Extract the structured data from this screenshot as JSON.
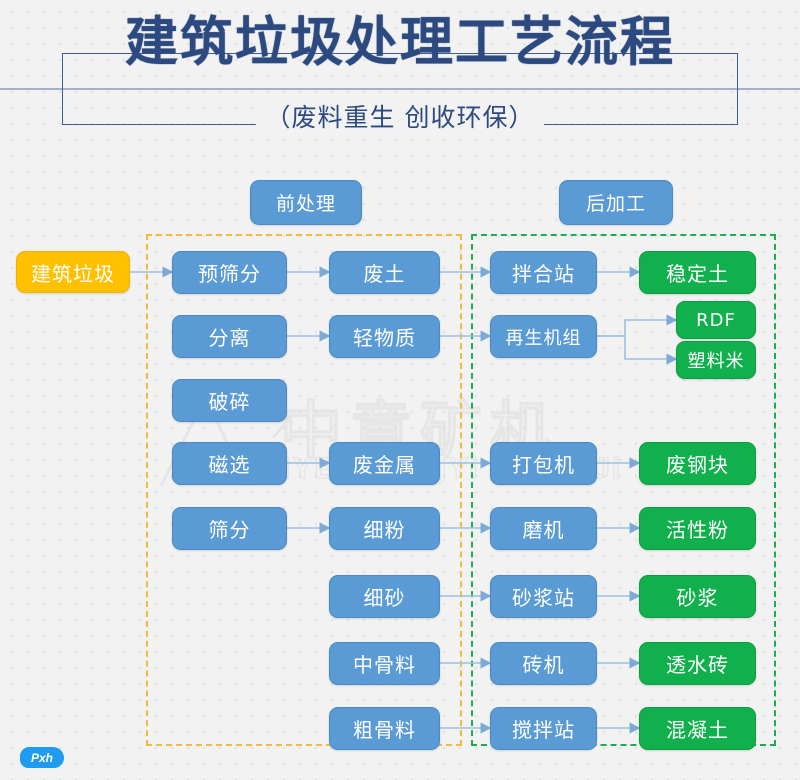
{
  "header": {
    "title": "建筑垃圾处理工艺流程",
    "subtitle": "（废料重生  创收环保）"
  },
  "watermark": {
    "chinese": "中意矿机",
    "english": "ZOONYE ZhongYi KuangJi"
  },
  "badge": {
    "label": "Pxh"
  },
  "colors": {
    "blue": "#5b9bd5",
    "green": "#10b04c",
    "amber": "#ffc000",
    "pre_border": "#f5b93c",
    "post_border": "#15b04f",
    "title": "#2c4a80",
    "background": "#f2f2f2",
    "connector": "#8fb4dd"
  },
  "sections": {
    "pre": {
      "label": "前处理"
    },
    "post": {
      "label": "后加工"
    }
  },
  "input": {
    "label": "建筑垃圾"
  },
  "nodes": {
    "pre_col1": [
      {
        "label": "预筛分"
      },
      {
        "label": "分离"
      },
      {
        "label": "破碎"
      },
      {
        "label": "磁选"
      },
      {
        "label": "筛分"
      }
    ],
    "pre_col2": [
      {
        "label": "废土"
      },
      {
        "label": "轻物质"
      },
      {
        "label": "废金属"
      },
      {
        "label": "细粉"
      },
      {
        "label": "细砂"
      },
      {
        "label": "中骨料"
      },
      {
        "label": "粗骨料"
      }
    ],
    "post_col1": [
      {
        "label": "拌合站"
      },
      {
        "label": "再生机组"
      },
      {
        "label": "打包机"
      },
      {
        "label": "磨机"
      },
      {
        "label": "砂浆站"
      },
      {
        "label": "砖机"
      },
      {
        "label": "搅拌站"
      }
    ],
    "post_col2": [
      {
        "label": "稳定土"
      },
      {
        "label": "RDF"
      },
      {
        "label": "塑料米"
      },
      {
        "label": "废钢块"
      },
      {
        "label": "活性粉"
      },
      {
        "label": "砂浆"
      },
      {
        "label": "透水砖"
      },
      {
        "label": "混凝土"
      }
    ]
  },
  "chart_data": {
    "type": "diagram",
    "title": "建筑垃圾处理工艺流程",
    "flows": [
      {
        "from": "建筑垃圾",
        "to": "预筛分"
      },
      {
        "from": "预筛分",
        "to": "废土"
      },
      {
        "from": "分离",
        "to": "轻物质"
      },
      {
        "from": "磁选",
        "to": "废金属"
      },
      {
        "from": "筛分",
        "to": "细粉"
      },
      {
        "from": "废土",
        "to": "拌合站"
      },
      {
        "from": "轻物质",
        "to": "再生机组"
      },
      {
        "from": "废金属",
        "to": "打包机"
      },
      {
        "from": "细粉",
        "to": "磨机"
      },
      {
        "from": "细砂",
        "to": "砂浆站"
      },
      {
        "from": "中骨料",
        "to": "砖机"
      },
      {
        "from": "粗骨料",
        "to": "搅拌站"
      },
      {
        "from": "拌合站",
        "to": "稳定土"
      },
      {
        "from": "再生机组",
        "to": "RDF"
      },
      {
        "from": "再生机组",
        "to": "塑料米"
      },
      {
        "from": "打包机",
        "to": "废钢块"
      },
      {
        "from": "磨机",
        "to": "活性粉"
      },
      {
        "from": "砂浆站",
        "to": "砂浆"
      },
      {
        "from": "砖机",
        "to": "透水砖"
      },
      {
        "from": "搅拌站",
        "to": "混凝土"
      }
    ]
  }
}
